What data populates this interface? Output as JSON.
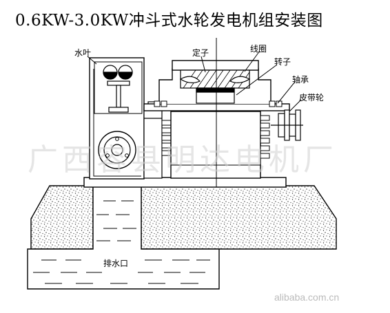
{
  "title": "0.6KW-3.0KW冲斗式水轮发电机组安装图",
  "labels": {
    "runner": "水叶",
    "stator": "定子",
    "coil": "线圈",
    "rotor": "转子",
    "bearing": "轴承",
    "pulley": "皮带轮",
    "outlet": "排水口"
  },
  "watermark": "广西容县明达电机厂",
  "site": "alibaba.com.cn",
  "colors": {
    "ink": "#000000",
    "watermark": "#d0d0d0",
    "site": "#bbbbbb"
  }
}
